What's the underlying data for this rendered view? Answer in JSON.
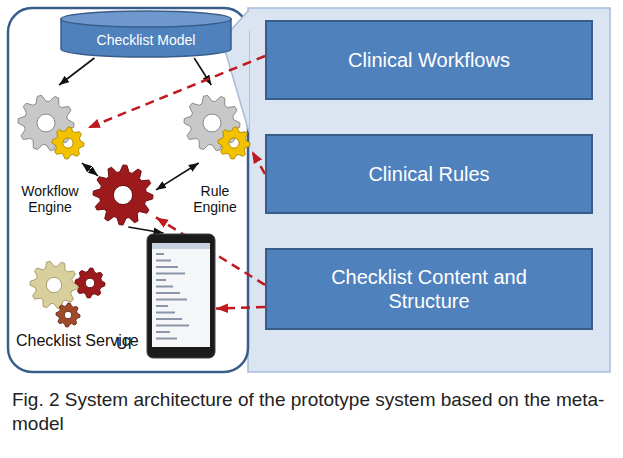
{
  "diagram": {
    "caption": "Fig. 2 System architecture of the prototype system based on the meta-model",
    "nodes": [
      {
        "text": [
          "Checklist Model"
        ]
      },
      {
        "text": [
          "Workflow Engine"
        ]
      },
      {
        "text": [
          "Rule Engine"
        ]
      },
      {
        "text": [
          "Checklist Service"
        ]
      },
      {
        "text": [
          "UI"
        ]
      },
      {
        "text": [
          "Clinical Workflows"
        ]
      },
      {
        "text": [
          "Clinical Rules"
        ]
      },
      {
        "text": [
          "Checklist Content and Structure"
        ]
      }
    ],
    "edges": [
      {
        "from": 0,
        "to": 1,
        "arrow": "to"
      },
      {
        "from": 0,
        "to": 2,
        "arrow": "to"
      },
      {
        "from": 1,
        "to": 3,
        "arrow": "both"
      },
      {
        "from": 2,
        "to": 3,
        "arrow": "both"
      },
      {
        "from": 3,
        "to": 4,
        "arrow": "to"
      },
      {
        "from": 5,
        "to": 1,
        "arrow": "to"
      },
      {
        "from": 6,
        "to": 2,
        "arrow": "to"
      },
      {
        "from": 7,
        "to": 3,
        "arrow": "to"
      },
      {
        "from": 7,
        "to": 4,
        "arrow": "to"
      }
    ]
  }
}
